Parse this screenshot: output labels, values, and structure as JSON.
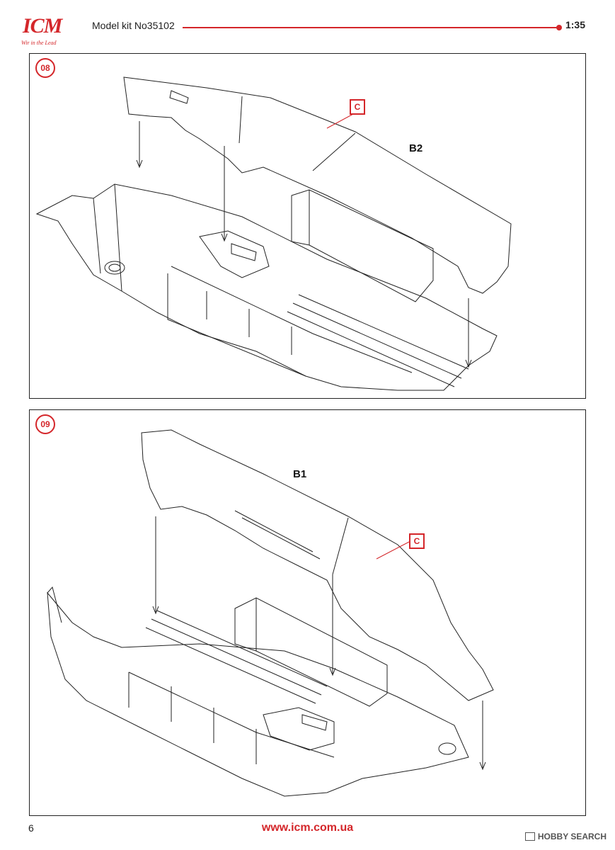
{
  "header": {
    "logo_text": "ICM",
    "logo_tagline": "Wir in the Lead",
    "model_kit": "Model kit No35102",
    "scale": "1:35"
  },
  "steps": [
    {
      "number": "08",
      "part_label": "B2",
      "color_code": "C"
    },
    {
      "number": "09",
      "part_label": "B1",
      "color_code": "C"
    }
  ],
  "footer": {
    "page_number": "6",
    "website": "www.icm.com.ua",
    "watermark": "HOBBY SEARCH"
  },
  "colors": {
    "accent": "#d4262a",
    "line": "#222222"
  },
  "icons": [
    "icm-logo",
    "step-badge",
    "color-code-box",
    "leader-arrow"
  ]
}
